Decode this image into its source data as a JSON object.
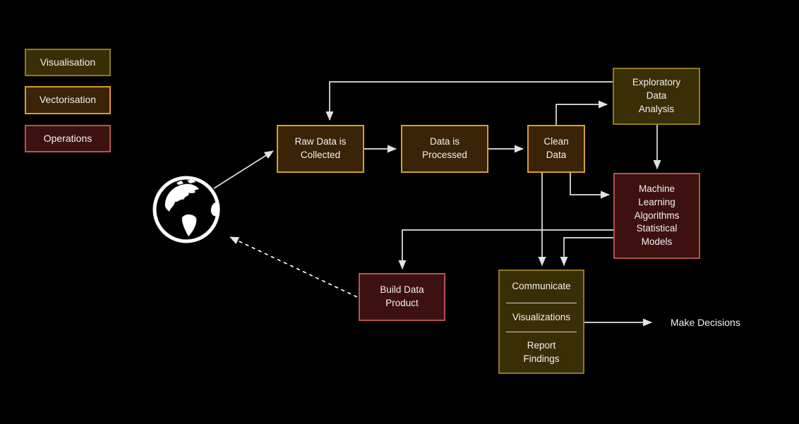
{
  "colors": {
    "background": "#000000",
    "visualisation_fill": "#3a2e06",
    "visualisation_border": "#8f7a1e",
    "vectorisation_fill": "#3a2306",
    "vectorisation_border": "#d89e28",
    "operations_fill": "#3c1110",
    "operations_border": "#b25450",
    "text": "#f2f2f2",
    "arrow": "#e3e3e3",
    "divider": "#d0d0d0"
  },
  "legend": {
    "items": [
      {
        "label": "Visualisation",
        "category": "visualisation"
      },
      {
        "label": "Vectorisation",
        "category": "vectorisation"
      },
      {
        "label": "Operations",
        "category": "operations"
      }
    ]
  },
  "nodes": {
    "raw_data": {
      "label": "Raw Data is\nCollected",
      "category": "vectorisation"
    },
    "data_is_processed": {
      "label": "Data is\nProcessed",
      "category": "vectorisation"
    },
    "clean_data": {
      "label": "Clean\nData",
      "category": "vectorisation"
    },
    "exploratory": {
      "label": "Exploratory\nData\nAnalysis",
      "category": "visualisation"
    },
    "ml_models": {
      "label": "Machine\nLearning\nAlgorithms\nStatistical\nModels",
      "category": "operations"
    },
    "build_data_product": {
      "label": "Build Data\nProduct",
      "category": "operations"
    },
    "communicate": {
      "category": "visualisation",
      "sections": [
        "Communicate",
        "Visualizations",
        "Report\nFindings"
      ]
    },
    "make_decisions": {
      "label": "Make Decisions"
    }
  },
  "icons": {
    "globe": "earth-americas-globe"
  }
}
